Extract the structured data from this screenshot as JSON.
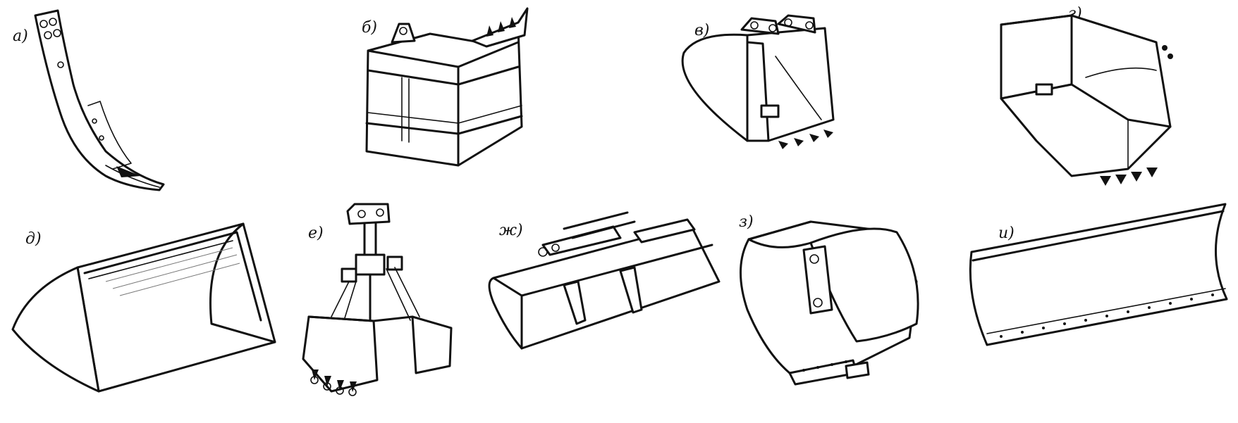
{
  "figure": {
    "panels": [
      {
        "id": "a",
        "label": "а)",
        "icon": "ripper-tooth-icon"
      },
      {
        "id": "b",
        "label": "б)",
        "icon": "dragline-bucket-icon"
      },
      {
        "id": "v",
        "label": "в)",
        "icon": "backhoe-bucket-icon"
      },
      {
        "id": "g",
        "label": "г)",
        "icon": "shovel-bucket-icon"
      },
      {
        "id": "d",
        "label": "д)",
        "icon": "loader-bucket-icon"
      },
      {
        "id": "e",
        "label": "е)",
        "icon": "clamshell-grab-icon"
      },
      {
        "id": "zh",
        "label": "ж)",
        "icon": "trench-bucket-icon"
      },
      {
        "id": "z",
        "label": "з)",
        "icon": "profile-bucket-icon"
      },
      {
        "id": "i",
        "label": "и)",
        "icon": "blade-icon"
      }
    ]
  }
}
